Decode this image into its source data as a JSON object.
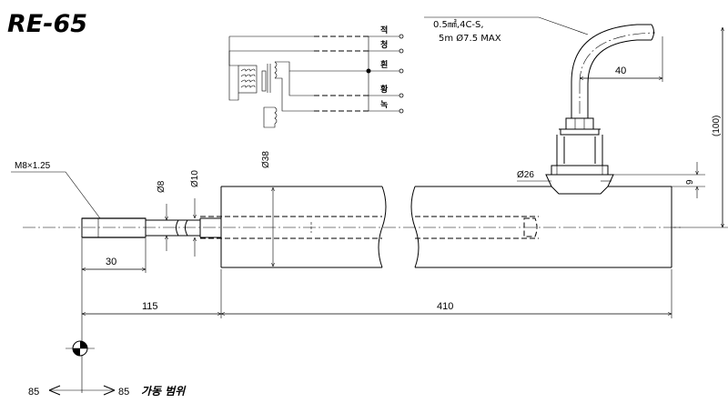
{
  "title": "RE-65",
  "cable_spec": {
    "line1": "0.5㎟,4C-S,",
    "line2": "5m Ø7.5 MAX"
  },
  "wire_colors": [
    "적",
    "청",
    "흰",
    "황",
    "녹"
  ],
  "dimensions": {
    "thread": "M8×1.25",
    "shaft_dia": "Ø8",
    "rod_dia": "Ø10",
    "body_dia": "Ø38",
    "fitting_dia": "Ø26",
    "fitting_height": "9",
    "cable_offset": "40",
    "cable_height": "(100)",
    "thread_len": "30",
    "stroke_offset": "115",
    "body_len": "410"
  },
  "range": {
    "left": "85",
    "right": "85",
    "label": "가동 범위"
  }
}
